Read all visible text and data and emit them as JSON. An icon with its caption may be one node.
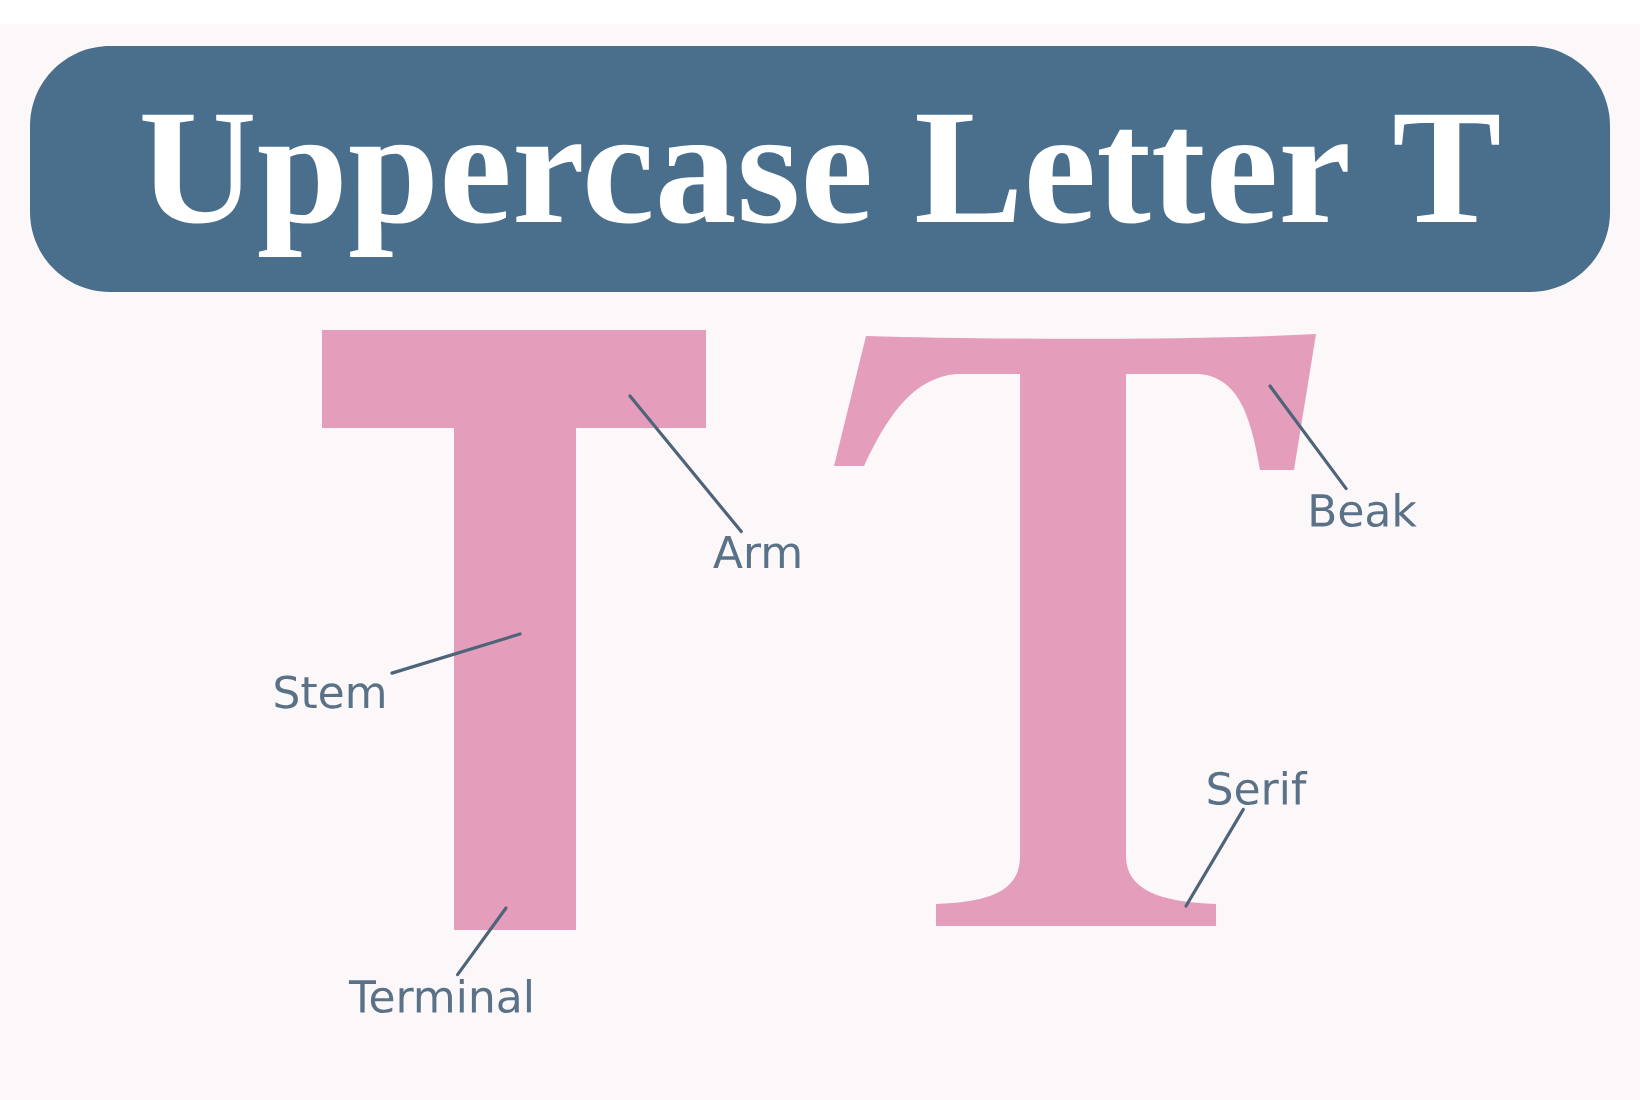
{
  "diagram": {
    "title": "Uppercase Letter T",
    "nodes": [
      {
        "text": [
          "Arm"
        ]
      },
      {
        "text": [
          "Stem"
        ]
      },
      {
        "text": [
          "Terminal"
        ]
      },
      {
        "text": [
          "Beak"
        ]
      },
      {
        "text": [
          "Serif"
        ]
      }
    ],
    "edges": [
      {
        "from": 0,
        "to": null,
        "arrow": "none"
      },
      {
        "from": 1,
        "to": null,
        "arrow": "none"
      },
      {
        "from": 2,
        "to": null,
        "arrow": "none"
      },
      {
        "from": 3,
        "to": null,
        "arrow": "none"
      },
      {
        "from": 4,
        "to": null,
        "arrow": "none"
      }
    ]
  }
}
